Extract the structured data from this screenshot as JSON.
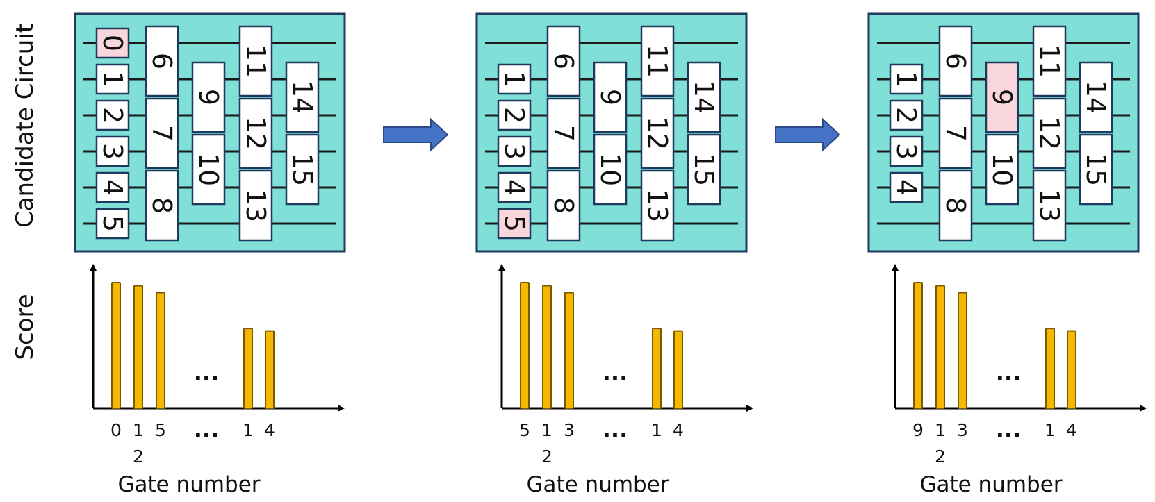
{
  "row_labels": {
    "top": "Candidate Circuit",
    "bottom": "Score"
  },
  "colors": {
    "panel_fill": "#80e0d8",
    "panel_border": "#1e3a5f",
    "gate_fill": "#ffffff",
    "gate_highlight": "#f9d6dc",
    "bar_fill": "#f5b800",
    "bar_border": "#7a5a00",
    "arrow_fill": "#4472c4",
    "arrow_border": "#2a4a8a"
  },
  "gates": [
    {
      "id": "0",
      "wires": [
        0,
        0
      ],
      "column": 0
    },
    {
      "id": "1",
      "wires": [
        1,
        1
      ],
      "column": 0
    },
    {
      "id": "2",
      "wires": [
        2,
        2
      ],
      "column": 0
    },
    {
      "id": "3",
      "wires": [
        3,
        3
      ],
      "column": 0
    },
    {
      "id": "4",
      "wires": [
        4,
        4
      ],
      "column": 0
    },
    {
      "id": "5",
      "wires": [
        5,
        5
      ],
      "column": 0
    },
    {
      "id": "6",
      "wires": [
        0,
        1
      ],
      "column": 1
    },
    {
      "id": "7",
      "wires": [
        2,
        3
      ],
      "column": 1
    },
    {
      "id": "8",
      "wires": [
        4,
        5
      ],
      "column": 1
    },
    {
      "id": "9",
      "wires": [
        1,
        2
      ],
      "column": 2
    },
    {
      "id": "10",
      "wires": [
        3,
        4
      ],
      "column": 2
    },
    {
      "id": "11",
      "wires": [
        0,
        1
      ],
      "column": 3
    },
    {
      "id": "12",
      "wires": [
        2,
        3
      ],
      "column": 3
    },
    {
      "id": "13",
      "wires": [
        4,
        5
      ],
      "column": 3
    },
    {
      "id": "14",
      "wires": [
        1,
        2
      ],
      "column": 4
    },
    {
      "id": "15",
      "wires": [
        3,
        4
      ],
      "column": 4
    }
  ],
  "steps": [
    {
      "present": [
        "0",
        "1",
        "2",
        "3",
        "4",
        "5",
        "6",
        "7",
        "8",
        "9",
        "10",
        "11",
        "12",
        "13",
        "14",
        "15"
      ],
      "highlighted": [
        "0"
      ],
      "chart": {
        "ellipsis": "...",
        "xlabel": "Gate number",
        "bar_scores": [
          1.0,
          0.975,
          0.92,
          0.635,
          0.615
        ],
        "tick_labels": [
          {
            "line1": "0",
            "line2": ""
          },
          {
            "line1": "1",
            "line2": "2"
          },
          {
            "line1": "5",
            "line2": ""
          },
          {
            "line1": "1",
            "line2": ""
          },
          {
            "line1": "4",
            "line2": ""
          }
        ],
        "tick_ellipsis": "..."
      }
    },
    {
      "present": [
        "1",
        "2",
        "3",
        "4",
        "5",
        "6",
        "7",
        "8",
        "9",
        "10",
        "11",
        "12",
        "13",
        "14",
        "15"
      ],
      "highlighted": [
        "5"
      ],
      "chart": {
        "ellipsis": "...",
        "xlabel": "Gate number",
        "bar_scores": [
          1.0,
          0.975,
          0.92,
          0.635,
          0.615
        ],
        "tick_labels": [
          {
            "line1": "5",
            "line2": ""
          },
          {
            "line1": "1",
            "line2": "2"
          },
          {
            "line1": "3",
            "line2": ""
          },
          {
            "line1": "1",
            "line2": ""
          },
          {
            "line1": "4",
            "line2": ""
          }
        ],
        "tick_ellipsis": "..."
      }
    },
    {
      "present": [
        "1",
        "2",
        "3",
        "4",
        "6",
        "7",
        "8",
        "9",
        "10",
        "11",
        "12",
        "13",
        "14",
        "15"
      ],
      "highlighted": [
        "9"
      ],
      "chart": {
        "ellipsis": "...",
        "xlabel": "Gate number",
        "bar_scores": [
          1.0,
          0.975,
          0.92,
          0.635,
          0.615
        ],
        "tick_labels": [
          {
            "line1": "9",
            "line2": ""
          },
          {
            "line1": "1",
            "line2": "2"
          },
          {
            "line1": "3",
            "line2": ""
          },
          {
            "line1": "1",
            "line2": ""
          },
          {
            "line1": "4",
            "line2": ""
          }
        ],
        "tick_ellipsis": "..."
      }
    }
  ]
}
